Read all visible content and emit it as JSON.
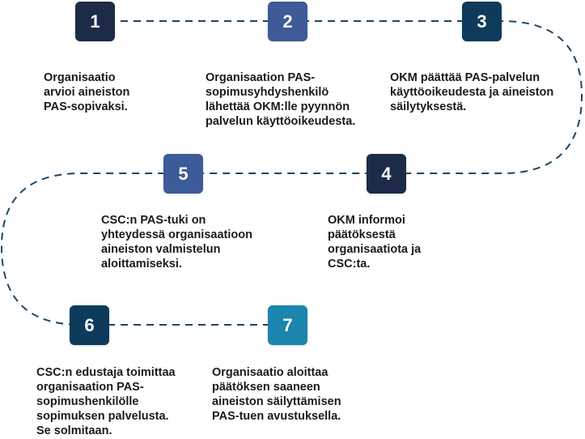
{
  "colors": {
    "path": "#1b4663",
    "step1": "#1c2b48",
    "step2": "#3d5a99",
    "step3": "#0e3b5c",
    "step4": "#1c2b48",
    "step5": "#3d5a99",
    "step6": "#0e3b5c",
    "step7": "#1b85ad"
  },
  "steps": [
    {
      "number": "1",
      "text": "Organisaatio\narvioi aineiston\nPAS-sopivaksi."
    },
    {
      "number": "2",
      "text": "Organisaation PAS-\nsopimusyhdyshenkilö\nlähettää OKM:lle pyynnön\npalvelun käyttöoikeudesta."
    },
    {
      "number": "3",
      "text": "OKM päättää PAS-palvelun\nkäyttöoikeudesta ja aineiston\nsäilytyksestä."
    },
    {
      "number": "4",
      "text": "OKM informoi\npäätöksestä\norganisaatiota ja\nCSC:ta."
    },
    {
      "number": "5",
      "text": "CSC:n PAS-tuki on\nyhteydessä organisaatioon\naineiston valmistelun\naloittamiseksi."
    },
    {
      "number": "6",
      "text": "CSC:n edustaja toimittaa\norganisaation PAS-\nsopimushenkilölle\nsopimuksen palvelusta.\nSe solmitaan."
    },
    {
      "number": "7",
      "text": "Organisaatio aloittaa\npäätöksen saaneen\naineiston säilyttämisen\nPAS-tuen avustuksella."
    }
  ]
}
